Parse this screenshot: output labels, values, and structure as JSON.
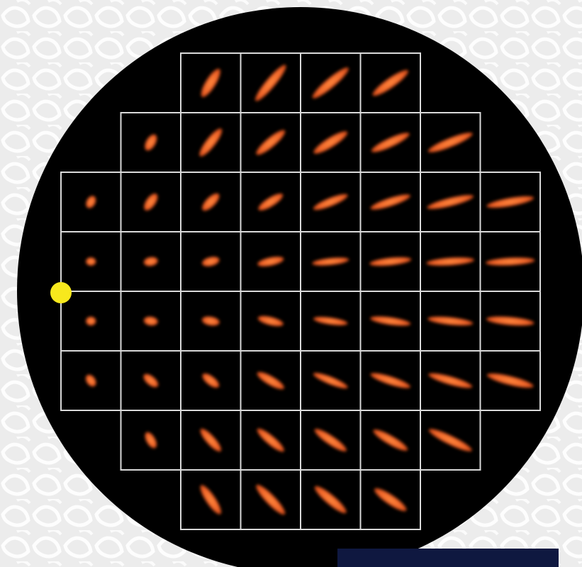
{
  "colors": {
    "background": "#ececec",
    "texture": "#ffffff",
    "disc": "#000000",
    "grid_lines": "#d9d9d9",
    "spot": "#f0652a",
    "spot_glow": "#ff8a3d",
    "marker": "#f7e81d",
    "corner_block": "#0f1840"
  },
  "grid": {
    "rows": [
      {
        "row": 0,
        "cols": [
          2,
          3,
          4,
          5
        ]
      },
      {
        "row": 1,
        "cols": [
          1,
          2,
          3,
          4,
          5,
          6
        ]
      },
      {
        "row": 2,
        "cols": [
          0,
          1,
          2,
          3,
          4,
          5,
          6,
          7
        ]
      },
      {
        "row": 3,
        "cols": [
          0,
          1,
          2,
          3,
          4,
          5,
          6,
          7
        ]
      },
      {
        "row": 4,
        "cols": [
          0,
          1,
          2,
          3,
          4,
          5,
          6,
          7
        ]
      },
      {
        "row": 5,
        "cols": [
          0,
          1,
          2,
          3,
          4,
          5,
          6,
          7
        ]
      },
      {
        "row": 6,
        "cols": [
          1,
          2,
          3,
          4,
          5,
          6
        ]
      },
      {
        "row": 7,
        "cols": [
          2,
          3,
          4,
          5
        ]
      }
    ]
  },
  "spots": [
    {
      "row": 0,
      "col": 2,
      "angle": -58,
      "length": 0.55,
      "width": 0.17
    },
    {
      "row": 0,
      "col": 3,
      "angle": -50,
      "length": 0.78,
      "width": 0.16
    },
    {
      "row": 0,
      "col": 4,
      "angle": -40,
      "length": 0.78,
      "width": 0.16
    },
    {
      "row": 0,
      "col": 5,
      "angle": -35,
      "length": 0.72,
      "width": 0.16
    },
    {
      "row": 1,
      "col": 1,
      "angle": -60,
      "length": 0.3,
      "width": 0.16
    },
    {
      "row": 1,
      "col": 2,
      "angle": -52,
      "length": 0.58,
      "width": 0.16
    },
    {
      "row": 1,
      "col": 3,
      "angle": -40,
      "length": 0.62,
      "width": 0.16
    },
    {
      "row": 1,
      "col": 4,
      "angle": -32,
      "length": 0.66,
      "width": 0.16
    },
    {
      "row": 1,
      "col": 5,
      "angle": -25,
      "length": 0.7,
      "width": 0.15
    },
    {
      "row": 1,
      "col": 6,
      "angle": -22,
      "length": 0.8,
      "width": 0.15
    },
    {
      "row": 2,
      "col": 0,
      "angle": -62,
      "length": 0.22,
      "width": 0.15
    },
    {
      "row": 2,
      "col": 1,
      "angle": -55,
      "length": 0.33,
      "width": 0.16
    },
    {
      "row": 2,
      "col": 2,
      "angle": -45,
      "length": 0.38,
      "width": 0.16
    },
    {
      "row": 2,
      "col": 3,
      "angle": -32,
      "length": 0.48,
      "width": 0.15
    },
    {
      "row": 2,
      "col": 4,
      "angle": -22,
      "length": 0.62,
      "width": 0.14
    },
    {
      "row": 2,
      "col": 5,
      "angle": -18,
      "length": 0.7,
      "width": 0.14
    },
    {
      "row": 2,
      "col": 6,
      "angle": -14,
      "length": 0.8,
      "width": 0.14
    },
    {
      "row": 2,
      "col": 7,
      "angle": -10,
      "length": 0.8,
      "width": 0.14
    },
    {
      "row": 3,
      "col": 0,
      "angle": 0,
      "length": 0.17,
      "width": 0.14
    },
    {
      "row": 3,
      "col": 1,
      "angle": -10,
      "length": 0.24,
      "width": 0.15
    },
    {
      "row": 3,
      "col": 2,
      "angle": -14,
      "length": 0.3,
      "width": 0.15
    },
    {
      "row": 3,
      "col": 3,
      "angle": -12,
      "length": 0.45,
      "width": 0.14
    },
    {
      "row": 3,
      "col": 4,
      "angle": -6,
      "length": 0.62,
      "width": 0.12
    },
    {
      "row": 3,
      "col": 5,
      "angle": -6,
      "length": 0.7,
      "width": 0.13
    },
    {
      "row": 3,
      "col": 6,
      "angle": -4,
      "length": 0.8,
      "width": 0.13
    },
    {
      "row": 3,
      "col": 7,
      "angle": -3,
      "length": 0.82,
      "width": 0.13
    },
    {
      "row": 4,
      "col": 0,
      "angle": 0,
      "length": 0.17,
      "width": 0.15
    },
    {
      "row": 4,
      "col": 1,
      "angle": 8,
      "length": 0.24,
      "width": 0.15
    },
    {
      "row": 4,
      "col": 2,
      "angle": 10,
      "length": 0.3,
      "width": 0.15
    },
    {
      "row": 4,
      "col": 3,
      "angle": 14,
      "length": 0.44,
      "width": 0.14
    },
    {
      "row": 4,
      "col": 4,
      "angle": 8,
      "length": 0.58,
      "width": 0.12
    },
    {
      "row": 4,
      "col": 5,
      "angle": 8,
      "length": 0.68,
      "width": 0.13
    },
    {
      "row": 4,
      "col": 6,
      "angle": 6,
      "length": 0.76,
      "width": 0.13
    },
    {
      "row": 4,
      "col": 7,
      "angle": 5,
      "length": 0.8,
      "width": 0.14
    },
    {
      "row": 5,
      "col": 0,
      "angle": 55,
      "length": 0.22,
      "width": 0.15
    },
    {
      "row": 5,
      "col": 1,
      "angle": 40,
      "length": 0.3,
      "width": 0.15
    },
    {
      "row": 5,
      "col": 2,
      "angle": 38,
      "length": 0.34,
      "width": 0.15
    },
    {
      "row": 5,
      "col": 3,
      "angle": 30,
      "length": 0.52,
      "width": 0.15
    },
    {
      "row": 5,
      "col": 4,
      "angle": 22,
      "length": 0.62,
      "width": 0.13
    },
    {
      "row": 5,
      "col": 5,
      "angle": 18,
      "length": 0.7,
      "width": 0.14
    },
    {
      "row": 5,
      "col": 6,
      "angle": 16,
      "length": 0.76,
      "width": 0.14
    },
    {
      "row": 5,
      "col": 7,
      "angle": 14,
      "length": 0.8,
      "width": 0.15
    },
    {
      "row": 6,
      "col": 1,
      "angle": 60,
      "length": 0.3,
      "width": 0.15
    },
    {
      "row": 6,
      "col": 2,
      "angle": 48,
      "length": 0.5,
      "width": 0.15
    },
    {
      "row": 6,
      "col": 3,
      "angle": 40,
      "length": 0.58,
      "width": 0.15
    },
    {
      "row": 6,
      "col": 4,
      "angle": 34,
      "length": 0.64,
      "width": 0.15
    },
    {
      "row": 6,
      "col": 5,
      "angle": 30,
      "length": 0.66,
      "width": 0.15
    },
    {
      "row": 6,
      "col": 6,
      "angle": 26,
      "length": 0.8,
      "width": 0.15
    },
    {
      "row": 7,
      "col": 2,
      "angle": 56,
      "length": 0.58,
      "width": 0.16
    },
    {
      "row": 7,
      "col": 3,
      "angle": 46,
      "length": 0.68,
      "width": 0.16
    },
    {
      "row": 7,
      "col": 4,
      "angle": 40,
      "length": 0.68,
      "width": 0.16
    },
    {
      "row": 7,
      "col": 5,
      "angle": 34,
      "length": 0.64,
      "width": 0.16
    }
  ]
}
